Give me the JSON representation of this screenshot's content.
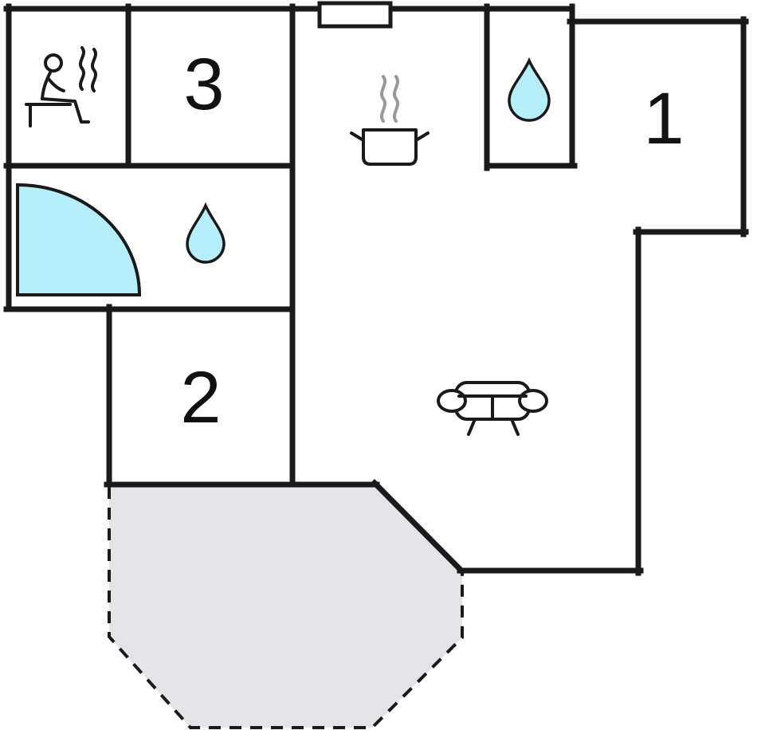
{
  "diagram": {
    "type": "floor-plan",
    "title": "apartment floor plan with terrace"
  },
  "colors": {
    "wall": "#1a1a1a",
    "icon": "#1a1a1a",
    "steam": "#999999",
    "water_fill": "#b5edf8",
    "terrace_fill": "#e4e4e7",
    "label": "#111111",
    "background": "#ffffff"
  },
  "rooms": {
    "sauna": {
      "name": "sauna",
      "icon": "sauna-person-steam-icon"
    },
    "bedroom3": {
      "label": "3"
    },
    "shower_room": {
      "name": "shower-room",
      "icons": [
        "shower-quarter-circle-icon",
        "water-drop-icon"
      ]
    },
    "bedroom2": {
      "label": "2"
    },
    "kitchen": {
      "name": "kitchen",
      "icon": "cooking-pot-steam-icon"
    },
    "bathroom": {
      "name": "bathroom",
      "icon": "water-drop-icon"
    },
    "bedroom1": {
      "label": "1"
    },
    "living_room": {
      "name": "living-room",
      "icon": "sofa-icon"
    },
    "terrace": {
      "name": "terrace"
    }
  }
}
